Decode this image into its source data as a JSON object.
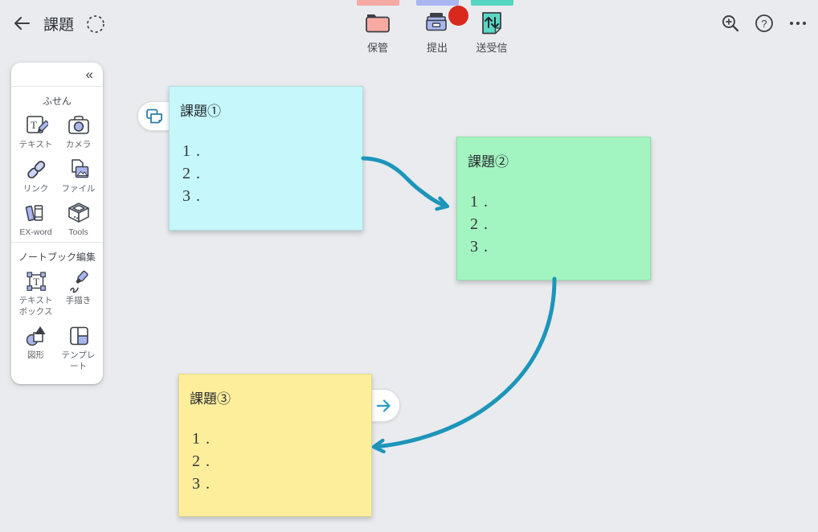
{
  "header": {
    "title": "課題",
    "help_glyph": "?",
    "toolbar_items": [
      {
        "label": "保管",
        "icon": "folder-icon",
        "accent": "#f5a9a3"
      },
      {
        "label": "提出",
        "icon": "submit-tray-icon",
        "accent": "#a9b6f2",
        "badge_color": "#d9291c"
      },
      {
        "label": "送受信",
        "icon": "send-receive-icon",
        "accent": "#55d6c2"
      }
    ]
  },
  "sidebar": {
    "collapse_glyph": "«",
    "sections": [
      {
        "title": "ふせん",
        "items": [
          {
            "label": "テキスト",
            "icon": "text-note-icon"
          },
          {
            "label": "カメラ",
            "icon": "camera-icon"
          },
          {
            "label": "リンク",
            "icon": "link-icon"
          },
          {
            "label": "ファイル",
            "icon": "file-icon"
          },
          {
            "label": "EX-word",
            "icon": "dictionary-icon"
          },
          {
            "label": "Tools",
            "icon": "tools-cube-icon"
          }
        ]
      },
      {
        "title": "ノートブック編集",
        "items": [
          {
            "label": "テキストボックス",
            "icon": "text-box-icon"
          },
          {
            "label": "手描き",
            "icon": "marker-icon"
          },
          {
            "label": "図形",
            "icon": "shapes-icon"
          },
          {
            "label": "テンプレート",
            "icon": "template-icon"
          }
        ]
      }
    ]
  },
  "canvas": {
    "notes": [
      {
        "title": "課題①",
        "lines": [
          "1.",
          "2.",
          "3."
        ],
        "color": "#c5f7fb"
      },
      {
        "title": "課題②",
        "lines": [
          "1.",
          "2.",
          "3."
        ],
        "color": "#a2f5c0"
      },
      {
        "title": "課題③",
        "lines": [
          "1.",
          "2.",
          "3."
        ],
        "color": "#fdee9c"
      }
    ],
    "connector_color": "#1d95ba"
  }
}
